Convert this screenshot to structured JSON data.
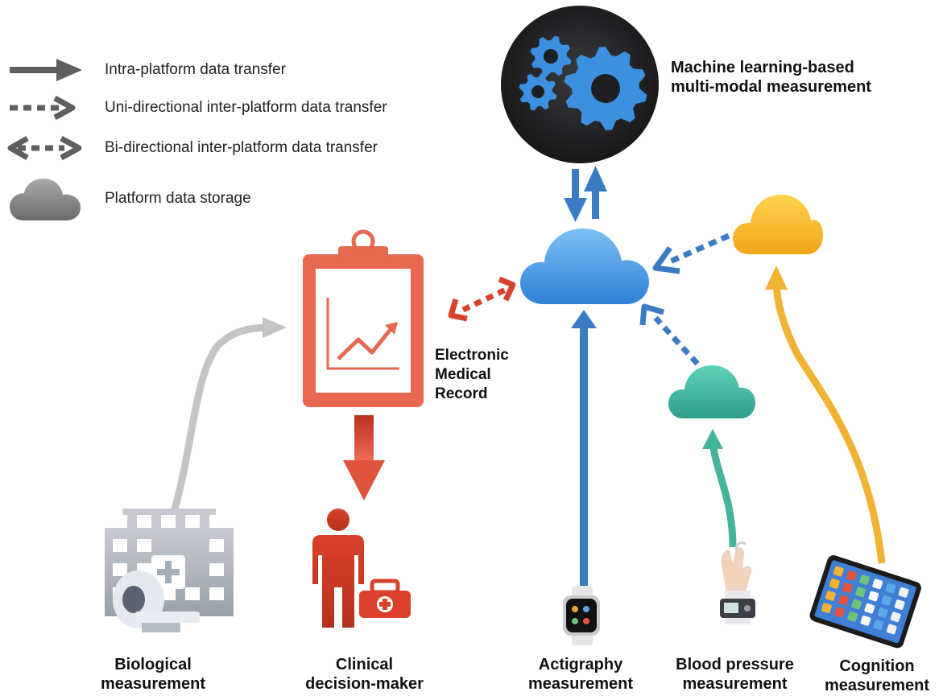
{
  "legend": {
    "intra": "Intra-platform data transfer",
    "uni": "Uni-directional inter-platform data transfer",
    "bi": "Bi-directional inter-platform data transfer",
    "storage": "Platform data storage"
  },
  "nodes": {
    "ml": {
      "line1": "Machine learning-based",
      "line2": "multi-modal measurement"
    },
    "emr": {
      "line1": "Electronic",
      "line2": "Medical",
      "line3": "Record"
    },
    "biological": {
      "line1": "Biological",
      "line2": "measurement"
    },
    "clinical": {
      "line1": "Clinical",
      "line2": "decision-maker"
    },
    "actigraphy": {
      "line1": "Actigraphy",
      "line2": "measurement"
    },
    "blood_pressure": {
      "line1": "Blood pressure",
      "line2": "measurement"
    },
    "cognition": {
      "line1": "Cognition",
      "line2": "measurement"
    }
  },
  "colors": {
    "legend_gray": "#5f5f5f",
    "emr_red": "#e8674f",
    "red_arrow": "#d8412b",
    "blue": "#3a7cc4",
    "cloud_blue": "#5aa6e8",
    "teal": "#46b39b",
    "yellow": "#f2b233",
    "gear_blue": "#3d8fe0",
    "dark_circle": "#1e1f22"
  }
}
